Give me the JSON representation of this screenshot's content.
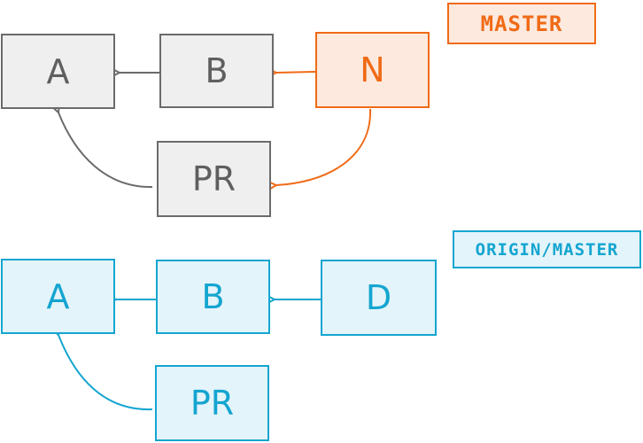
{
  "colors": {
    "gray": "#6b6b6b",
    "orange": "#f06a16",
    "blue": "#14a5d0"
  },
  "local": {
    "label": "MASTER",
    "commits": {
      "a": "A",
      "b": "B",
      "n": "N",
      "pr": "PR"
    }
  },
  "remote": {
    "label": "ORIGIN/MASTER",
    "commits": {
      "a": "A",
      "b": "B",
      "d": "D",
      "pr": "PR"
    }
  }
}
